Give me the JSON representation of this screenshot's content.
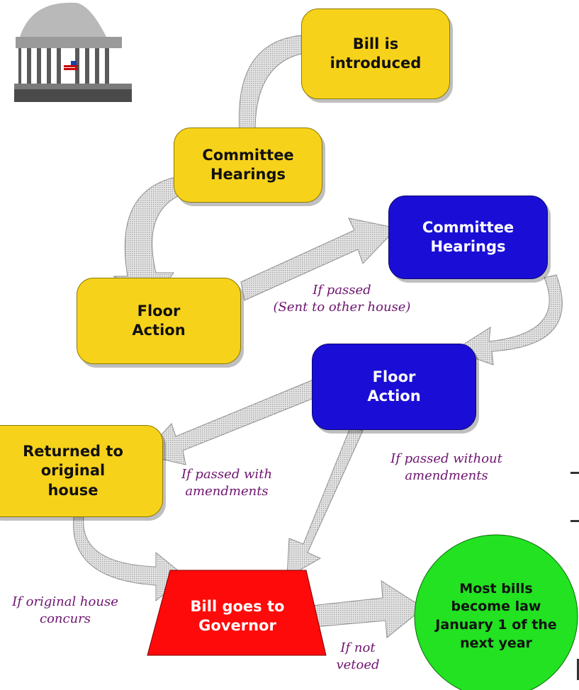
{
  "nodes": {
    "bill_introduced": "Bill is\nintroduced",
    "committee_hearings_origin": "Committee\nHearings",
    "floor_action_origin": "Floor\nAction",
    "committee_hearings_other": "Committee\nHearings",
    "floor_action_other": "Floor\nAction",
    "returned_original": "Returned to\noriginal\nhouse",
    "bill_goes_governor": "Bill goes to\nGovernor",
    "become_law": "Most bills\nbecome law\nJanuary 1 of the\nnext year"
  },
  "labels": {
    "if_passed": "If passed\n(Sent to other house)",
    "with_amendments": "If passed with\namendments",
    "without_amendments": "If passed without\namendments",
    "house_concurs": "If original house\nconcurs",
    "not_vetoed": "If not\nvetoed"
  },
  "colors": {
    "origin_house": "#f7d21b",
    "other_house": "#1a0ed6",
    "governor": "#ff0a0a",
    "law": "#22e222",
    "label_text": "#6e1470"
  },
  "icons": {
    "logo": "capitol-dome-icon"
  }
}
